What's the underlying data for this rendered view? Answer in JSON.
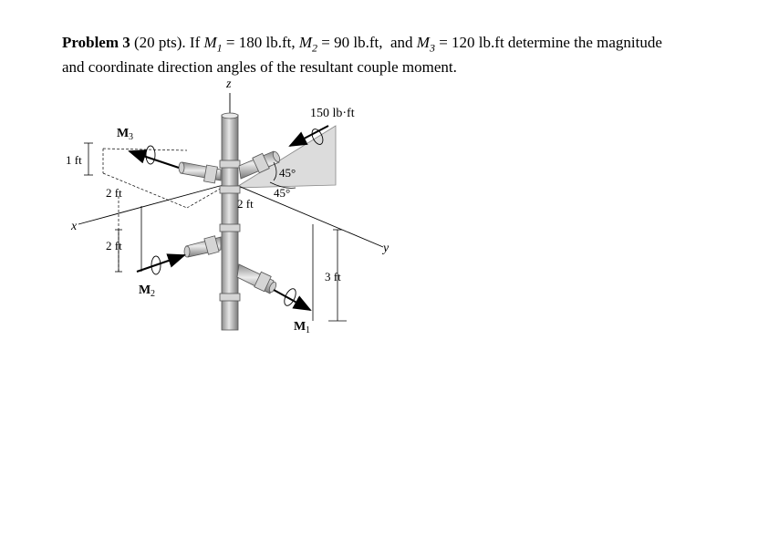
{
  "problem": {
    "label": "Problem 3",
    "points": "(20 pts). If",
    "m1_sym": "M",
    "m1_sub": "1",
    "m1_val": "= 180 lb.ft,",
    "m2_sym": "M",
    "m2_sub": "2",
    "m2_val": "= 90 lb.ft,",
    "and": "and",
    "m3_sym": "M",
    "m3_sub": "3",
    "m3_val": "= 120 lb.ft determine the magnitude",
    "line2": "and coordinate direction angles of the resultant couple moment."
  },
  "figure": {
    "axis_z": "z",
    "axis_x": "x",
    "axis_y": "y",
    "moment_label": "150 lb·ft",
    "angle_top": "45°",
    "angle_bottom": "45°",
    "dim_1ft": "1 ft",
    "dim_2ft_top": "2 ft",
    "dim_2ft_center": "2 ft",
    "dim_2ft_left": "2 ft",
    "dim_3ft": "3 ft",
    "m1_letter": "M",
    "m1_sub": "1",
    "m2_letter": "M",
    "m2_sub": "2",
    "m3_letter": "M",
    "m3_sub": "3"
  }
}
